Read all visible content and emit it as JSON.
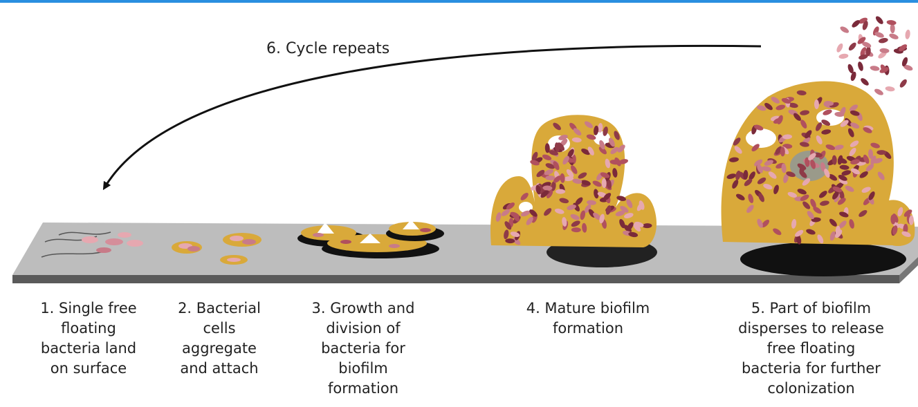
{
  "cycle_label": "6. Cycle repeats",
  "stages": [
    {
      "label": "1. Single free\nfloating\nbacteria land\non surface"
    },
    {
      "label": "2. Bacterial\ncells\naggregate\nand attach"
    },
    {
      "label": "3. Growth and\ndivision of\nbacteria for\nbiofilm\nformation"
    },
    {
      "label": "4. Mature biofilm\nformation"
    },
    {
      "label": "5. Part of biofilm\ndisperses to release\nfree floating\nbacteria for further\ncolonization"
    }
  ],
  "colors": {
    "accent_bar": "#2a8fe0",
    "surface_top": "#bdbdbd",
    "surface_edge": "#5a5a5a",
    "matrix": "#d9a93a",
    "bacteria_dark": "#7a2a3a",
    "bacteria_mid": "#b0505e",
    "bacteria_light": "#e6a8b0",
    "arrow": "#111111"
  }
}
